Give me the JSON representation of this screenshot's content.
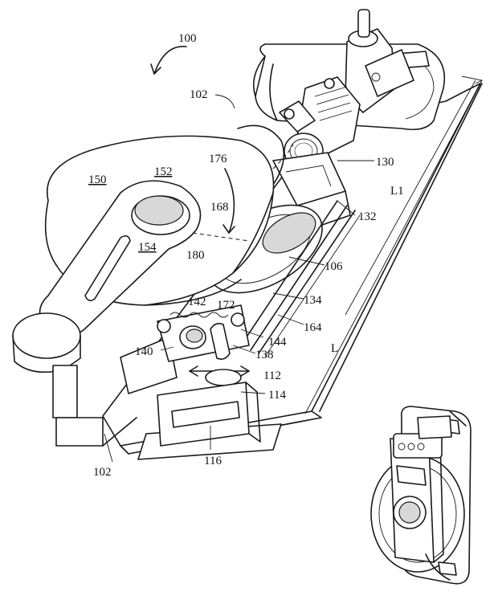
{
  "labels": {
    "l100": "100",
    "l102a": "102",
    "l102b": "102",
    "l106": "106",
    "l112": "112",
    "l114": "114",
    "l116": "116",
    "l130": "130",
    "l132": "132",
    "l134": "134",
    "l138": "138",
    "l140": "140",
    "l142": "142",
    "l144": "144",
    "l150": "150",
    "l152": "152",
    "l154": "154",
    "l164": "164",
    "l168": "168",
    "l172": "172",
    "l176": "176",
    "l180": "180",
    "lL": "L",
    "lL1": "L1"
  }
}
